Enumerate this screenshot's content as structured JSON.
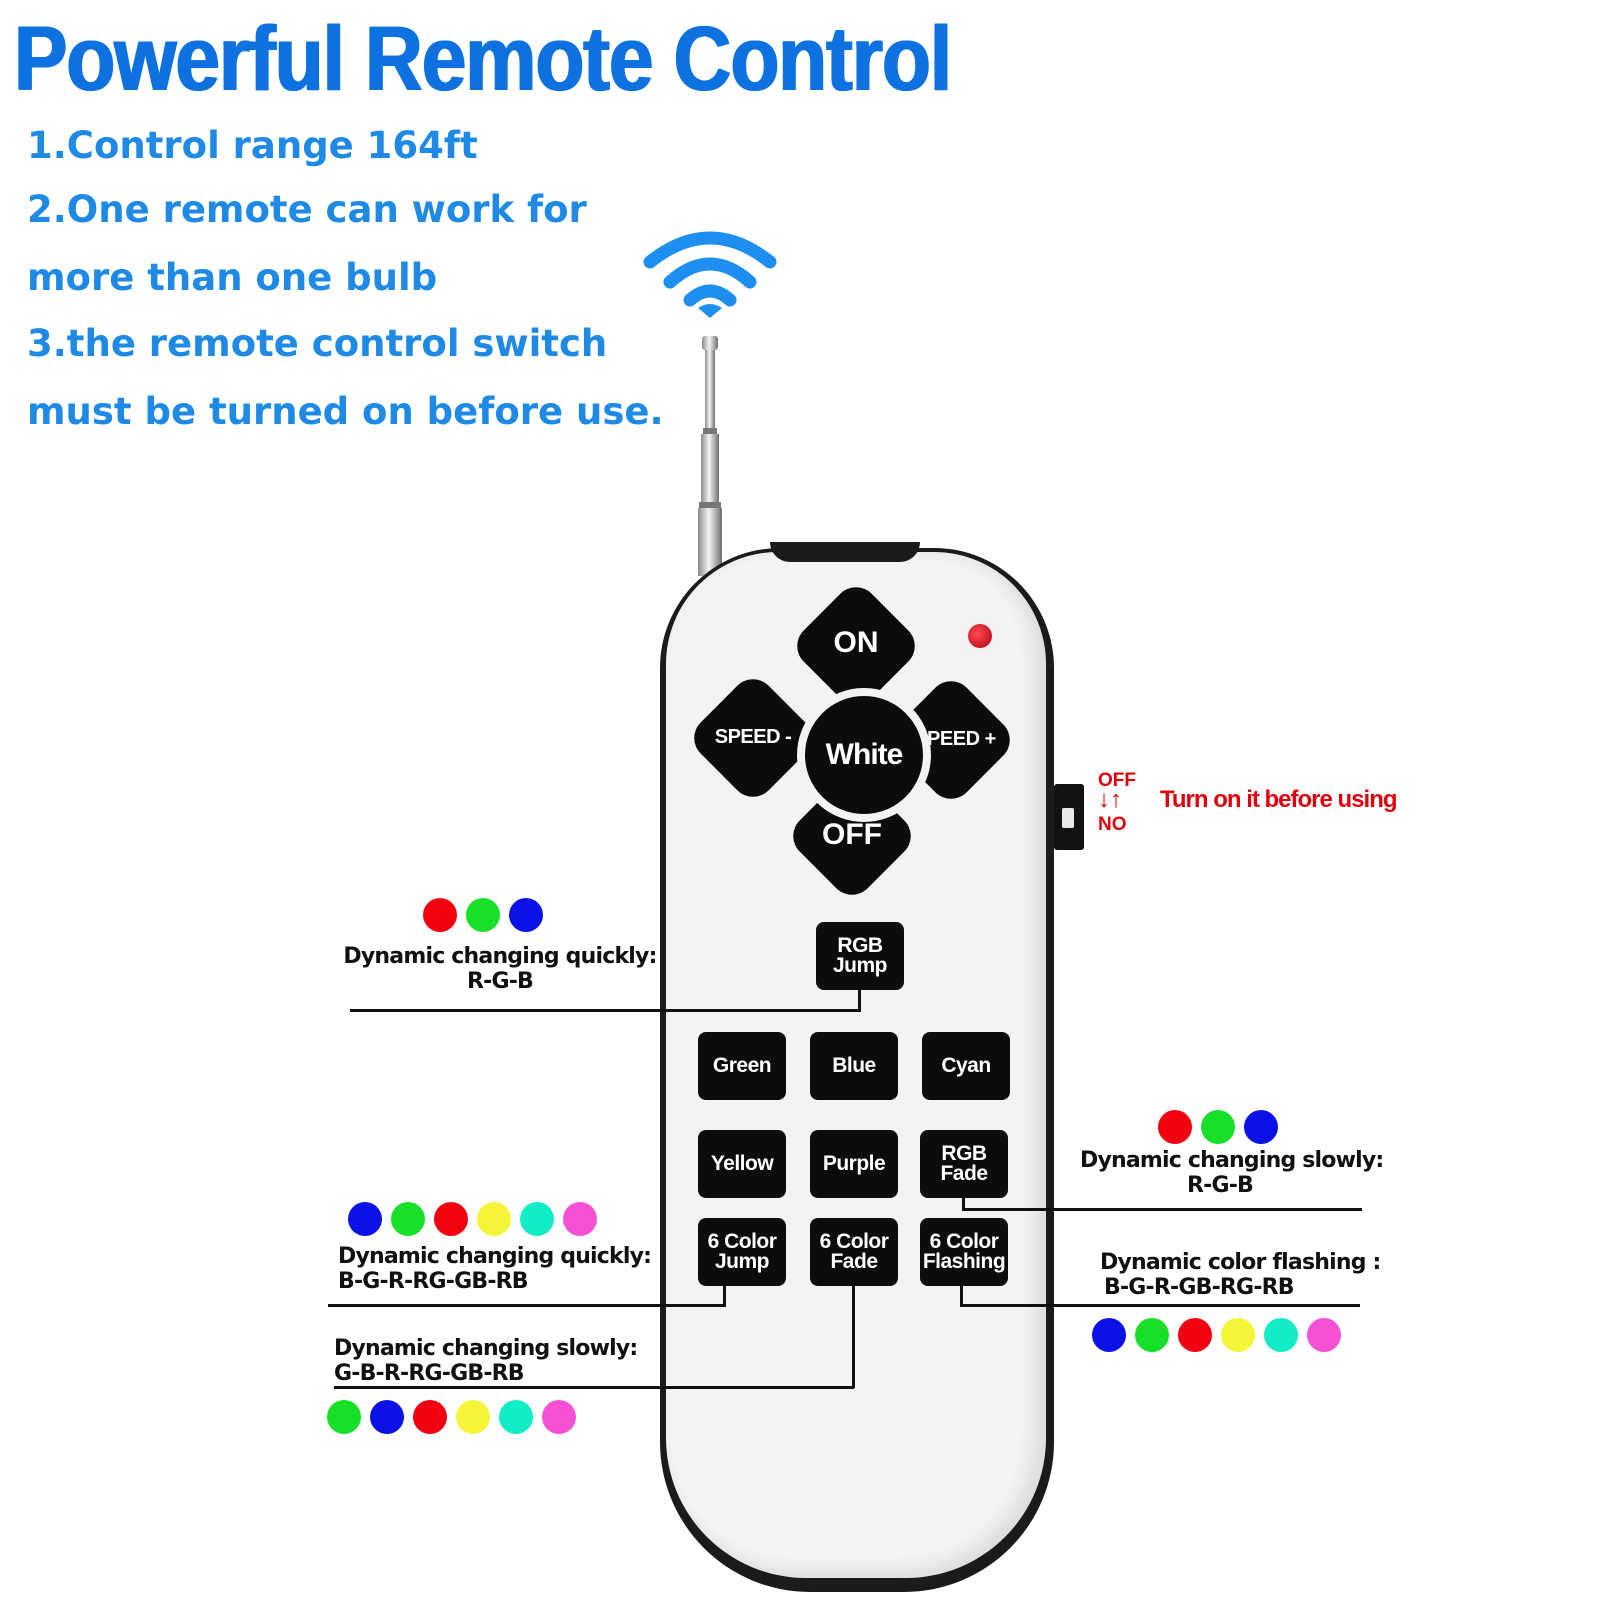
{
  "title": "Powerful Remote Control",
  "features": [
    "1.Control range 164ft",
    "2.One remote can work for",
    "more than one bulb",
    "3.the remote control switch",
    "must be turned on before use."
  ],
  "icons": {
    "signal": "wifi-signal-icon",
    "antenna": "antenna-icon"
  },
  "dpad": {
    "on": "ON",
    "off": "OFF",
    "speed_minus": "SPEED -",
    "speed_plus": "SPEED +",
    "center": "White"
  },
  "buttons": {
    "rgb_jump": [
      "RGB",
      "Jump"
    ],
    "green": "Green",
    "blue": "Blue",
    "cyan": "Cyan",
    "yellow": "Yellow",
    "purple": "Purple",
    "rgb_fade": [
      "RGB",
      "Fade"
    ],
    "six_jump": [
      "6 Color",
      "Jump"
    ],
    "six_fade": [
      "6 Color",
      "Fade"
    ],
    "six_flash": [
      "6 Color",
      "Flashing"
    ]
  },
  "switch": {
    "off": "OFF",
    "arrows": "↓↑",
    "on": "NO",
    "note": "Turn on it before using"
  },
  "annotations": {
    "rgb_jump": {
      "line1": "Dynamic changing quickly:",
      "line2": "R-G-B"
    },
    "rgb_fade": {
      "line1": "Dynamic changing slowly:",
      "line2": "R-G-B"
    },
    "six_jump": {
      "line1": "Dynamic changing quickly:",
      "line2": "B-G-R-RG-GB-RB"
    },
    "six_fade": {
      "line1": "Dynamic changing slowly:",
      "line2": "G-B-R-RG-GB-RB"
    },
    "six_flash": {
      "line1": "Dynamic color flashing :",
      "line2": "B-G-R-GB-RG-RB"
    }
  },
  "colors": {
    "red": "#f2000f",
    "green": "#18e028",
    "blue": "#0a12e6",
    "yellow": "#f5f53a",
    "cyan": "#12edc8",
    "magenta": "#f650d6",
    "title_blue": "#0d72e0",
    "text_blue": "#1f8ae6",
    "wifi_blue": "#1e8ff0",
    "switch_red": "#e0000d"
  },
  "dot_sequences": {
    "rgb_jump": [
      "red",
      "green",
      "blue"
    ],
    "rgb_fade": [
      "red",
      "green",
      "blue"
    ],
    "six_jump": [
      "blue",
      "green",
      "red",
      "yellow",
      "cyan",
      "magenta"
    ],
    "six_fade": [
      "green",
      "blue",
      "red",
      "yellow",
      "cyan",
      "magenta"
    ],
    "six_flash": [
      "blue",
      "green",
      "red",
      "yellow",
      "cyan",
      "magenta"
    ]
  }
}
